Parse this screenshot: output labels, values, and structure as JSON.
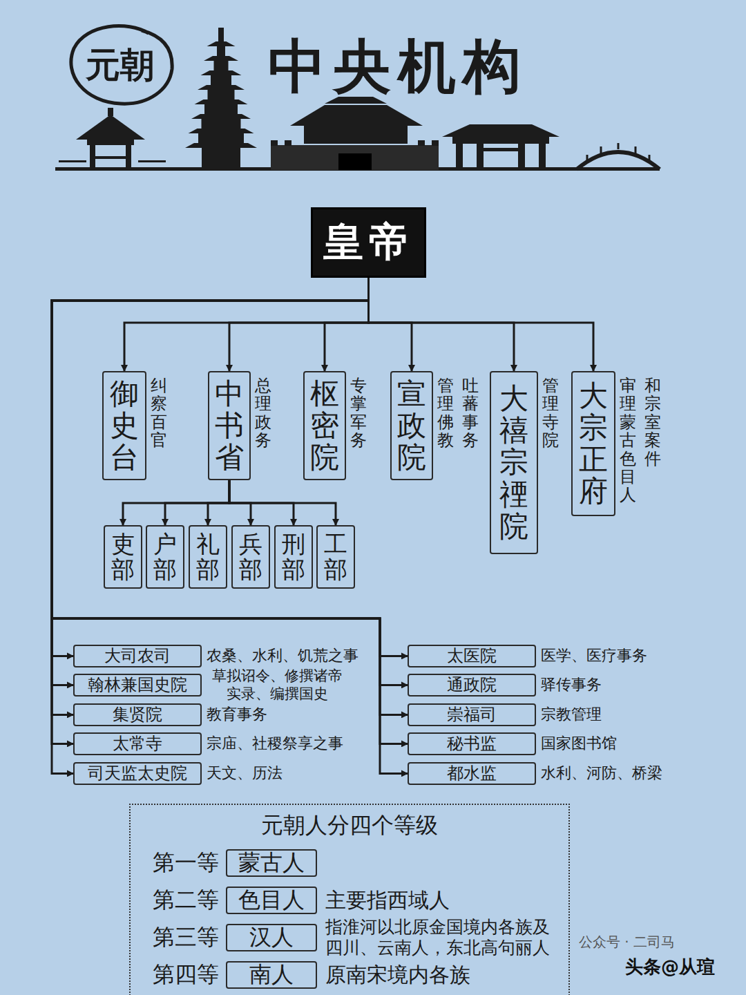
{
  "diagram": {
    "title": "中央机构",
    "nodes": [
      {
        "text": [
          "元朝"
        ]
      },
      {
        "text": [
          "皇帝"
        ]
      },
      {
        "text": [
          "御史台",
          "纠察百官"
        ]
      },
      {
        "text": [
          "中书省",
          "总理政务"
        ]
      },
      {
        "text": [
          "枢密院",
          "专掌军务"
        ]
      },
      {
        "text": [
          "宣政院",
          "管理佛教",
          "吐蕃事务"
        ]
      },
      {
        "text": [
          "大禧宗禋院",
          "管理寺院"
        ]
      },
      {
        "text": [
          "大宗正府",
          "审理蒙古色目人",
          "和宗室案件"
        ]
      },
      {
        "text": [
          "吏部"
        ]
      },
      {
        "text": [
          "户部"
        ]
      },
      {
        "text": [
          "礼部"
        ]
      },
      {
        "text": [
          "兵部"
        ]
      },
      {
        "text": [
          "刑部"
        ]
      },
      {
        "text": [
          "工部"
        ]
      },
      {
        "text": [
          "大司农司",
          "农桑、水利、饥荒之事"
        ]
      },
      {
        "text": [
          "翰林兼国史院",
          "草拟诏令、修撰诸帝 实录、编撰国史"
        ]
      },
      {
        "text": [
          "集贤院",
          "教育事务"
        ]
      },
      {
        "text": [
          "太常寺",
          "宗庙、社稷祭享之事"
        ]
      },
      {
        "text": [
          "司天监太史院",
          "天文、历法"
        ]
      },
      {
        "text": [
          "太医院",
          "医学、医疗事务"
        ]
      },
      {
        "text": [
          "通政院",
          "驿传事务"
        ]
      },
      {
        "text": [
          "崇福司",
          "宗教管理"
        ]
      },
      {
        "text": [
          "秘书监",
          "国家图书馆"
        ]
      },
      {
        "text": [
          "都水监",
          "水利、河防、桥梁"
        ]
      },
      {
        "text": [
          "元朝人分四个等级"
        ]
      },
      {
        "text": [
          "第一等",
          "蒙古人"
        ],
        "in": 24
      },
      {
        "text": [
          "第二等",
          "色目人",
          "主要指西域人"
        ],
        "in": 24
      },
      {
        "text": [
          "第三等",
          "汉人",
          "指淮河以北原金国境内各族及 四川、云南人，东北高句丽人"
        ],
        "in": 24
      },
      {
        "text": [
          "第四等",
          "南人",
          "原南宋境内各族"
        ],
        "in": 24
      }
    ],
    "edges": [
      {
        "from": 1,
        "to": 2,
        "arrow": "to"
      },
      {
        "from": 1,
        "to": 3,
        "arrow": "to"
      },
      {
        "from": 1,
        "to": 4,
        "arrow": "to"
      },
      {
        "from": 1,
        "to": 5,
        "arrow": "to"
      },
      {
        "from": 1,
        "to": 6,
        "arrow": "to"
      },
      {
        "from": 1,
        "to": 7,
        "arrow": "to"
      },
      {
        "from": 3,
        "to": 8,
        "arrow": "to"
      },
      {
        "from": 3,
        "to": 9,
        "arrow": "to"
      },
      {
        "from": 3,
        "to": 10,
        "arrow": "to"
      },
      {
        "from": 3,
        "to": 11,
        "arrow": "to"
      },
      {
        "from": 3,
        "to": 12,
        "arrow": "to"
      },
      {
        "from": 3,
        "to": 13,
        "arrow": "to"
      },
      {
        "from": 1,
        "to": 14,
        "arrow": "to"
      },
      {
        "from": 1,
        "to": 15,
        "arrow": "to"
      },
      {
        "from": 1,
        "to": 16,
        "arrow": "to"
      },
      {
        "from": 1,
        "to": 17,
        "arrow": "to"
      },
      {
        "from": 1,
        "to": 18,
        "arrow": "to"
      },
      {
        "from": 1,
        "to": 19,
        "arrow": "to"
      },
      {
        "from": 1,
        "to": 20,
        "arrow": "to"
      },
      {
        "from": 1,
        "to": 21,
        "arrow": "to"
      },
      {
        "from": 1,
        "to": 22,
        "arrow": "to"
      },
      {
        "from": 1,
        "to": 23,
        "arrow": "to"
      }
    ],
    "labels": [
      "公众号 · 二司马",
      "头条@从瑄"
    ]
  }
}
